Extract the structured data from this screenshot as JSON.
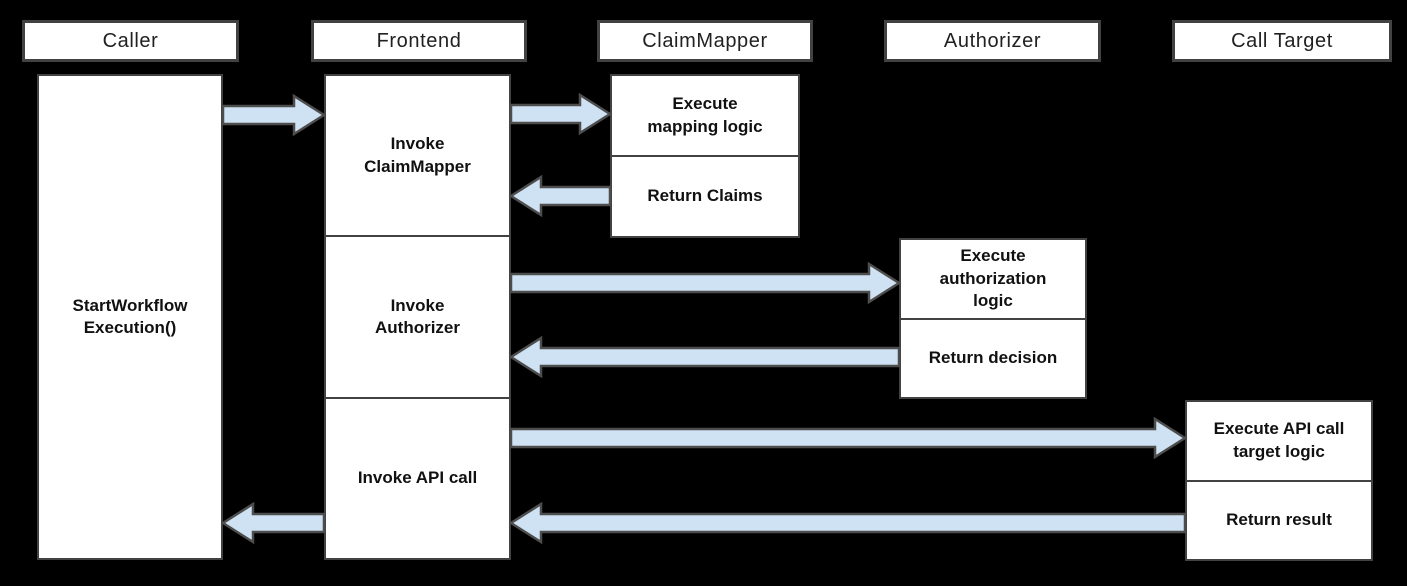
{
  "diagram_type": "sequence-diagram",
  "colors": {
    "background": "#000000",
    "box_fill": "#ffffff",
    "box_border": "#424242",
    "arrow_fill": "#cfe2f3",
    "arrow_stroke": "#4d4d4d",
    "header_text": "#212121",
    "step_text": "#111111"
  },
  "actors": [
    {
      "id": "caller",
      "label": "Caller"
    },
    {
      "id": "frontend",
      "label": "Frontend"
    },
    {
      "id": "claim_mapper",
      "label": "ClaimMapper"
    },
    {
      "id": "authorizer",
      "label": "Authorizer"
    },
    {
      "id": "call_target",
      "label": "Call Target"
    }
  ],
  "activations": {
    "caller": {
      "label": "StartWorkflow\nExecution()"
    },
    "frontend": {
      "steps": [
        "Invoke\nClaimMapper",
        "Invoke\nAuthorizer",
        "Invoke API call"
      ]
    },
    "claim_mapper": {
      "steps": [
        "Execute\nmapping logic",
        "Return Claims"
      ]
    },
    "authorizer": {
      "steps": [
        "Execute\nauthorization\nlogic",
        "Return decision"
      ]
    },
    "call_target": {
      "steps": [
        "Execute API call\ntarget logic",
        "Return result"
      ]
    }
  },
  "messages": [
    {
      "from": "Caller",
      "to": "Frontend"
    },
    {
      "from": "Frontend",
      "to": "ClaimMapper"
    },
    {
      "from": "ClaimMapper",
      "to": "Frontend"
    },
    {
      "from": "Frontend",
      "to": "Authorizer"
    },
    {
      "from": "Authorizer",
      "to": "Frontend"
    },
    {
      "from": "Frontend",
      "to": "Call Target"
    },
    {
      "from": "Call Target",
      "to": "Frontend"
    },
    {
      "from": "Frontend",
      "to": "Caller"
    }
  ]
}
